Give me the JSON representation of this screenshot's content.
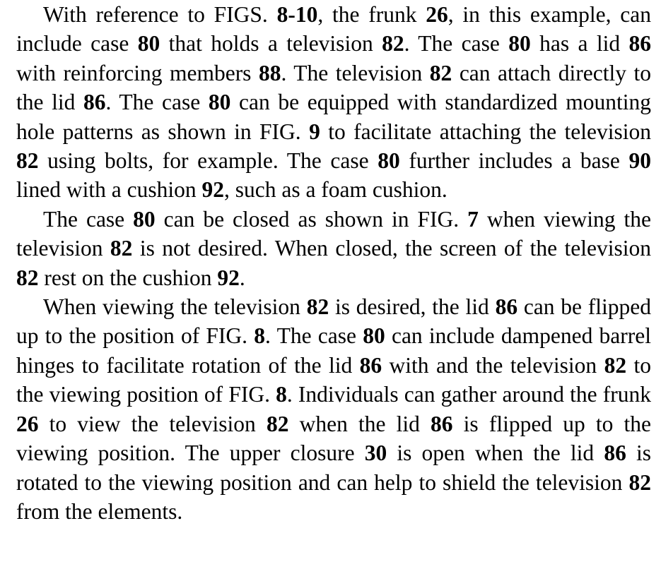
{
  "document": {
    "paragraphs": [
      [
        {
          "t": "With reference to FIGS. "
        },
        {
          "t": "8-10",
          "b": true
        },
        {
          "t": ", the frunk "
        },
        {
          "t": "26",
          "b": true
        },
        {
          "t": ", in this example, can include case "
        },
        {
          "t": "80",
          "b": true
        },
        {
          "t": " that holds a television "
        },
        {
          "t": "82",
          "b": true
        },
        {
          "t": ". The case "
        },
        {
          "t": "80",
          "b": true
        },
        {
          "t": " has a lid "
        },
        {
          "t": "86",
          "b": true
        },
        {
          "t": " with reinforcing members "
        },
        {
          "t": "88",
          "b": true
        },
        {
          "t": ". The television "
        },
        {
          "t": "82",
          "b": true
        },
        {
          "t": " can attach directly to the lid "
        },
        {
          "t": "86",
          "b": true
        },
        {
          "t": ". The case "
        },
        {
          "t": "80",
          "b": true
        },
        {
          "t": " can be equipped with standardized mounting hole patterns as shown in FIG. "
        },
        {
          "t": "9",
          "b": true
        },
        {
          "t": " to facilitate attaching the television "
        },
        {
          "t": "82",
          "b": true
        },
        {
          "t": " using bolts, for example. The case "
        },
        {
          "t": "80",
          "b": true
        },
        {
          "t": " further includes a base "
        },
        {
          "t": "90",
          "b": true
        },
        {
          "t": " lined with a cushion "
        },
        {
          "t": "92",
          "b": true
        },
        {
          "t": ", such as a foam cushion."
        }
      ],
      [
        {
          "t": "The case "
        },
        {
          "t": "80",
          "b": true
        },
        {
          "t": " can be closed as shown in FIG. "
        },
        {
          "t": "7",
          "b": true
        },
        {
          "t": " when viewing the television "
        },
        {
          "t": "82",
          "b": true
        },
        {
          "t": " is not desired. When closed, the screen of the television "
        },
        {
          "t": "82",
          "b": true
        },
        {
          "t": " rest on the cushion "
        },
        {
          "t": "92",
          "b": true
        },
        {
          "t": "."
        }
      ],
      [
        {
          "t": "When viewing the television "
        },
        {
          "t": "82",
          "b": true
        },
        {
          "t": " is desired, the lid "
        },
        {
          "t": "86",
          "b": true
        },
        {
          "t": " can be flipped up to the position of FIG. "
        },
        {
          "t": "8",
          "b": true
        },
        {
          "t": ". The case "
        },
        {
          "t": "80",
          "b": true
        },
        {
          "t": " can include dampened barrel hinges to facilitate rotation of the lid "
        },
        {
          "t": "86",
          "b": true
        },
        {
          "t": " with and the television "
        },
        {
          "t": "82",
          "b": true
        },
        {
          "t": " to the viewing position of FIG. "
        },
        {
          "t": "8",
          "b": true
        },
        {
          "t": ". Individuals can gather around the frunk "
        },
        {
          "t": "26",
          "b": true
        },
        {
          "t": " to view the television "
        },
        {
          "t": "82",
          "b": true
        },
        {
          "t": " when the lid "
        },
        {
          "t": "86",
          "b": true
        },
        {
          "t": " is flipped up to the viewing position. The upper closure "
        },
        {
          "t": "30",
          "b": true
        },
        {
          "t": " is open when the lid "
        },
        {
          "t": "86",
          "b": true
        },
        {
          "t": " is rotated to the viewing position and can help to shield the television "
        },
        {
          "t": "82",
          "b": true
        },
        {
          "t": " from the elements."
        }
      ]
    ]
  }
}
